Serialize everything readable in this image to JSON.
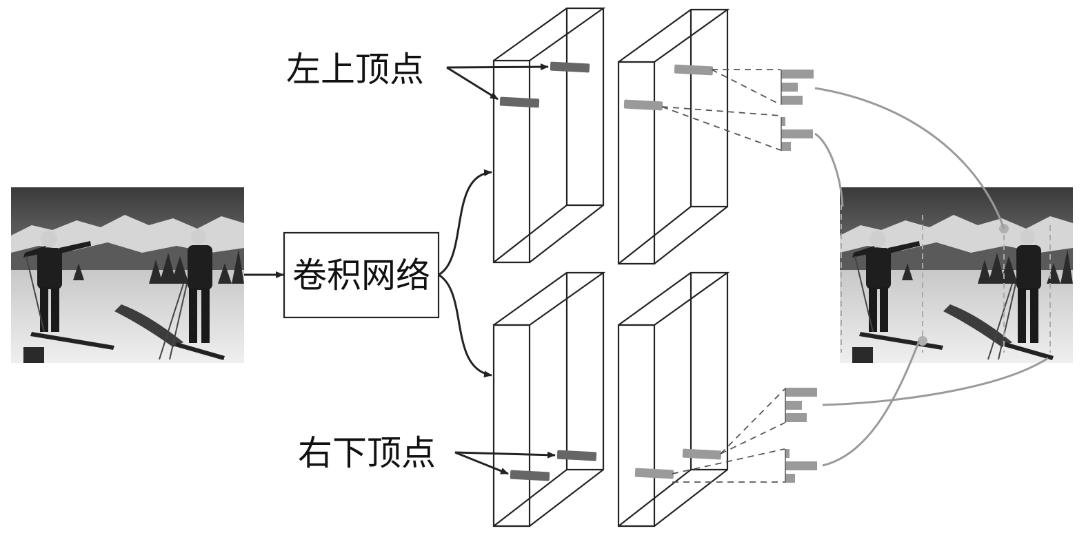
{
  "labels": {
    "network": "卷积网络",
    "top_left": "左上顶点",
    "bottom_right": "右下顶点"
  },
  "colors": {
    "line": "#222222",
    "dark_bar": "#666666",
    "light_bar": "#9a9a9a",
    "histogram": "#9a9a9a",
    "curve": "#a0a0a0"
  },
  "images": {
    "input_photo": "skiers-photo",
    "output_photo": "skiers-photo-with-corner-detection"
  }
}
